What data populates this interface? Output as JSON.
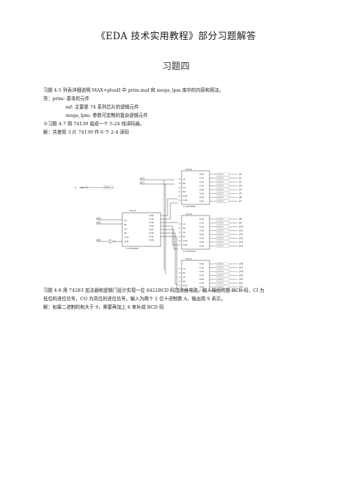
{
  "document": {
    "title": "《EDA 技术实用教程》部分习题解答",
    "section": "习题四",
    "lines": [
      "习题 4-5   列表详细说明 MAX+plusII 中 prim.maf 和 mega_lpm 库中的内容和用法。",
      "答：prim:  基本的元件",
      "mf:  主要是 74 系列芯片的逻辑元件",
      "mega_lpm:  参数可定制的复杂逻辑元件",
      "※习题 4-7   用 74139 组成一个 5-24 线译码器。",
      "解：共使用 3 片 74139 作 6 个 2-4 译码"
    ],
    "problem48_line1": "习题 4-8   用 74283 加法器和逻辑门设计实现一位 8421BCD 码加法器电路，输入输出均是 BCD 码，CI 为",
    "problem48_line2": "低位的进位信号，CO 为高位的进位信号，输入为两个 1 位十进制数 A，输出用 S 表示。",
    "answer48": "解：如果二进制的和大于 9，需要再加上 6 来补成 BCD 码"
  },
  "schematic": {
    "chip_name": "74139",
    "chip_subtitle": "2-4 DECODER",
    "input_bus": "a[4..0]",
    "input_pin_label": "INPUT",
    "output_pin_label": "OUTPUT",
    "net_a4": "a[4]",
    "net_a3": "a[3]",
    "net_a2": "a[2]",
    "net_a1": "a[1]",
    "net_a0": "a[0]",
    "input_pins": [
      "A1",
      "B1",
      "A2",
      "B2",
      "G1N",
      "G2N"
    ],
    "output_pins": [
      "Y10N",
      "Y11N",
      "Y12N",
      "Y13N",
      "Y20N",
      "Y21N",
      "Y22N",
      "Y23N"
    ],
    "outputs": [
      "y0",
      "y1",
      "y2",
      "y3",
      "y4",
      "y5",
      "y6",
      "y7",
      "y8",
      "y9",
      "y10",
      "y11",
      "y12",
      "y13",
      "y14",
      "y15",
      "y16",
      "y17",
      "y18",
      "y19",
      "y20",
      "y21",
      "y22",
      "y23"
    ]
  }
}
